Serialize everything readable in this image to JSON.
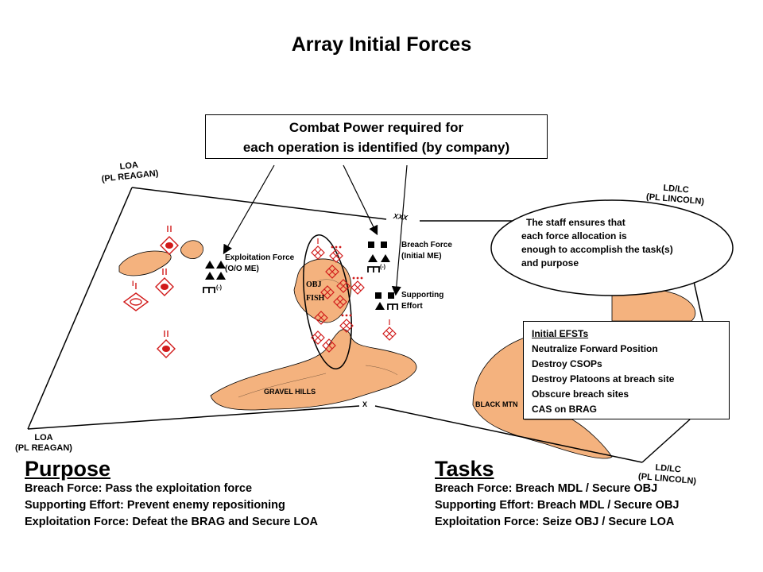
{
  "title": "Array Initial Forces",
  "callout": {
    "line1": "Combat Power required for",
    "line2": "each operation is identified (by company)"
  },
  "phase_lines": {
    "loa_top": {
      "line1": "LOA",
      "line2": "(PL REAGAN)"
    },
    "loa_bottom": {
      "line1": "LOA",
      "line2": "(PL REAGAN)"
    },
    "ldlc_top": {
      "line1": "LD/LC",
      "line2": "(PL LINCOLN)"
    },
    "ldlc_bottom": {
      "line1": "LD/LC",
      "line2": "(PL LINCOLN)"
    }
  },
  "boundaries": {
    "top": "XXX",
    "bottom": "X"
  },
  "terrain": {
    "gravel_hills": "GRAVEL HILLS",
    "black_mtn": "BLACK MTN",
    "obj_fish_line1": "OBJ",
    "obj_fish_line2": "FISH"
  },
  "units": {
    "exploitation": {
      "line1": "Exploitation Force",
      "line2": "(O/O ME)",
      "mod": "(-)"
    },
    "breach": {
      "line1": "Breach Force",
      "line2": "(Initial ME)",
      "mod": "(-)"
    },
    "supporting": {
      "line1": "Supporting",
      "line2": "Effort"
    }
  },
  "staff_note": [
    "The staff ensures that",
    "each force allocation is",
    "enough to accomplish the task(s)",
    "and purpose"
  ],
  "efsts": {
    "heading": "Initial EFSTs",
    "items": [
      "Neutralize Forward Position",
      "Destroy CSOPs",
      "Destroy Platoons at breach site",
      "Obscure breach sites",
      "CAS on BRAG"
    ]
  },
  "purpose": {
    "heading": "Purpose",
    "lines": [
      "Breach Force:  Pass the exploitation force",
      "Supporting Effort:  Prevent enemy repositioning",
      "Exploitation Force:  Defeat the BRAG and Secure LOA"
    ]
  },
  "tasks": {
    "heading": "Tasks",
    "lines": [
      "Breach Force:  Breach MDL / Secure OBJ",
      "Supporting Effort:  Breach MDL / Secure OBJ",
      "Exploitation Force:  Seize OBJ / Secure LOA"
    ]
  },
  "colors": {
    "terrain": "#f4b27e",
    "enemy": "#d11a1a",
    "line": "#000000"
  },
  "enemy_symbols": {
    "echelon_platoon": "II",
    "echelon_company": "I",
    "echelon_squad": "•••"
  }
}
